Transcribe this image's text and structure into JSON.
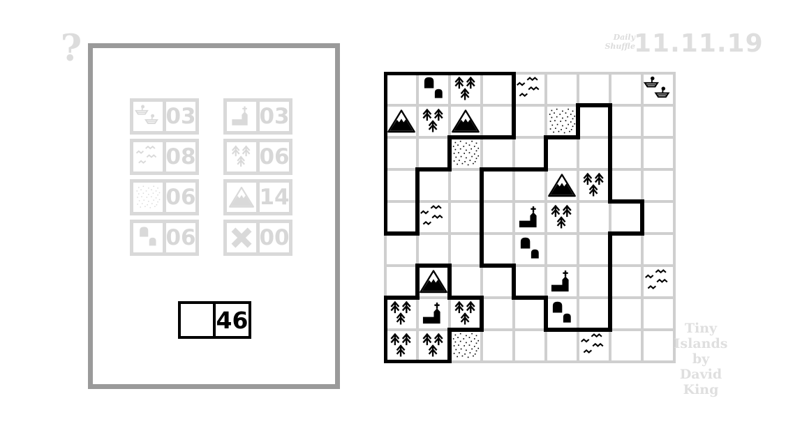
{
  "help": {
    "label": "?"
  },
  "header": {
    "daily_line1": "Daily",
    "daily_line2": "Shuffle",
    "date": "11.11.19"
  },
  "scoreboard": {
    "items": [
      {
        "icon": "boats",
        "value": "03"
      },
      {
        "icon": "church",
        "value": "03"
      },
      {
        "icon": "waves",
        "value": "08"
      },
      {
        "icon": "trees",
        "value": "06"
      },
      {
        "icon": "sand",
        "value": "06"
      },
      {
        "icon": "mountain",
        "value": "14"
      },
      {
        "icon": "houses",
        "value": "06"
      },
      {
        "icon": "cross",
        "value": "00"
      }
    ],
    "total": "46"
  },
  "board": {
    "rows": 9,
    "cols": 9,
    "islands": [
      {
        "name": "island-1",
        "points": [
          [
            0,
            0
          ],
          [
            4,
            0
          ],
          [
            4,
            2
          ],
          [
            2,
            2
          ],
          [
            2,
            3
          ],
          [
            1,
            3
          ],
          [
            1,
            5
          ],
          [
            0,
            5
          ]
        ]
      },
      {
        "name": "island-2",
        "points": [
          [
            6,
            1
          ],
          [
            7,
            1
          ],
          [
            7,
            4
          ],
          [
            8,
            4
          ],
          [
            8,
            5
          ],
          [
            7,
            5
          ],
          [
            7,
            8
          ],
          [
            5,
            8
          ],
          [
            5,
            7
          ],
          [
            4,
            7
          ],
          [
            4,
            6
          ],
          [
            3,
            6
          ],
          [
            3,
            3
          ],
          [
            5,
            3
          ],
          [
            5,
            2
          ],
          [
            6,
            2
          ]
        ]
      },
      {
        "name": "island-3",
        "points": [
          [
            1,
            6
          ],
          [
            2,
            6
          ],
          [
            2,
            7
          ],
          [
            3,
            7
          ],
          [
            3,
            8
          ],
          [
            2,
            8
          ],
          [
            2,
            9
          ],
          [
            0,
            9
          ],
          [
            0,
            7
          ],
          [
            1,
            7
          ]
        ]
      }
    ],
    "cells": [
      {
        "row": 1,
        "col": 2,
        "icon": "houses"
      },
      {
        "row": 1,
        "col": 3,
        "icon": "trees"
      },
      {
        "row": 1,
        "col": 5,
        "icon": "waves"
      },
      {
        "row": 1,
        "col": 9,
        "icon": "boats"
      },
      {
        "row": 2,
        "col": 1,
        "icon": "mountain"
      },
      {
        "row": 2,
        "col": 2,
        "icon": "trees"
      },
      {
        "row": 2,
        "col": 3,
        "icon": "mountain"
      },
      {
        "row": 2,
        "col": 6,
        "icon": "sand"
      },
      {
        "row": 3,
        "col": 3,
        "icon": "sand"
      },
      {
        "row": 4,
        "col": 6,
        "icon": "mountain"
      },
      {
        "row": 4,
        "col": 7,
        "icon": "trees"
      },
      {
        "row": 5,
        "col": 2,
        "icon": "waves"
      },
      {
        "row": 5,
        "col": 5,
        "icon": "church"
      },
      {
        "row": 5,
        "col": 6,
        "icon": "trees"
      },
      {
        "row": 6,
        "col": 5,
        "icon": "houses"
      },
      {
        "row": 7,
        "col": 2,
        "icon": "mountain"
      },
      {
        "row": 7,
        "col": 6,
        "icon": "church"
      },
      {
        "row": 7,
        "col": 9,
        "icon": "waves"
      },
      {
        "row": 8,
        "col": 1,
        "icon": "trees"
      },
      {
        "row": 8,
        "col": 2,
        "icon": "church"
      },
      {
        "row": 8,
        "col": 3,
        "icon": "trees"
      },
      {
        "row": 8,
        "col": 6,
        "icon": "houses"
      },
      {
        "row": 9,
        "col": 1,
        "icon": "trees"
      },
      {
        "row": 9,
        "col": 2,
        "icon": "trees"
      },
      {
        "row": 9,
        "col": 3,
        "icon": "sand"
      },
      {
        "row": 9,
        "col": 7,
        "icon": "waves"
      }
    ]
  },
  "credit": {
    "lines": [
      "Tiny",
      "Islands",
      "by",
      "David",
      "King"
    ]
  },
  "colors": {
    "ink": "#000000",
    "faint": "#d9d9d9",
    "panel_border": "#9a9a9a",
    "grid_line": "#cfcfcf"
  }
}
